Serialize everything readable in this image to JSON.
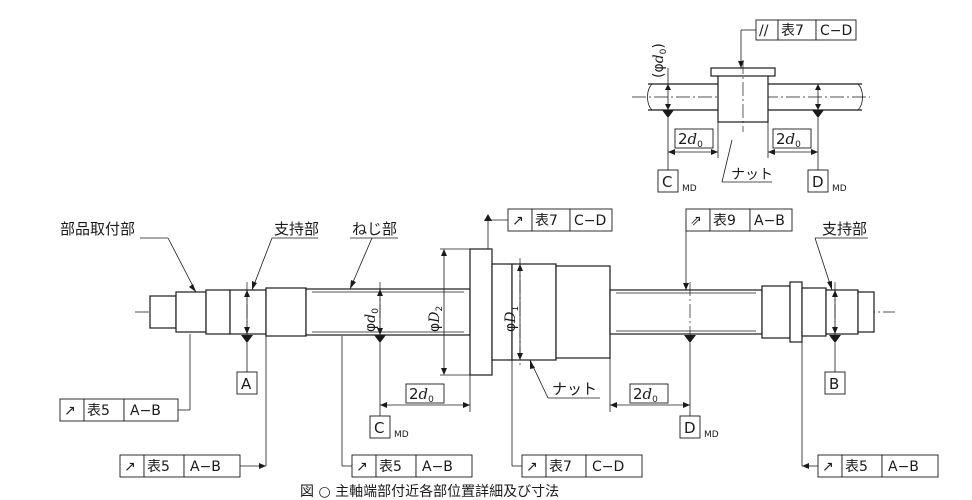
{
  "labels": {
    "part_mount": "部品取付部",
    "support_left": "支持部",
    "thread": "ねじ部",
    "support_right": "支持部",
    "nut_main": "ナット",
    "nut_detail": "ナット"
  },
  "datums": {
    "A": "A",
    "B": "B",
    "C": "C",
    "D": "D",
    "MD": "MD"
  },
  "dims": {
    "dia_d0_prefix": "φ",
    "dia_d0_var": "d",
    "dia_d0_sub": "0",
    "dia_D2_prefix": "φ",
    "dia_D2_var": "D",
    "dia_D2_sub": "2",
    "dia_D1_prefix": "φ",
    "dia_D1_var": "D",
    "dia_D1_sub": "1",
    "two_d0_coef": "2",
    "two_d0_var": "d",
    "two_d0_sub": "0",
    "detail_d0_open": "(φ",
    "detail_d0_var": "d",
    "detail_d0_sub": "0",
    "detail_d0_close": ")"
  },
  "frames": {
    "table5": "表5",
    "table7": "表7",
    "table9": "表9",
    "AB": "A−B",
    "CD": "C−D",
    "parallel_symbol": "//",
    "runout_symbol": "↗",
    "total_runout_symbol": "⇗"
  },
  "caption": "図 ○ 主軸端部付近各部位置詳細及び寸法"
}
